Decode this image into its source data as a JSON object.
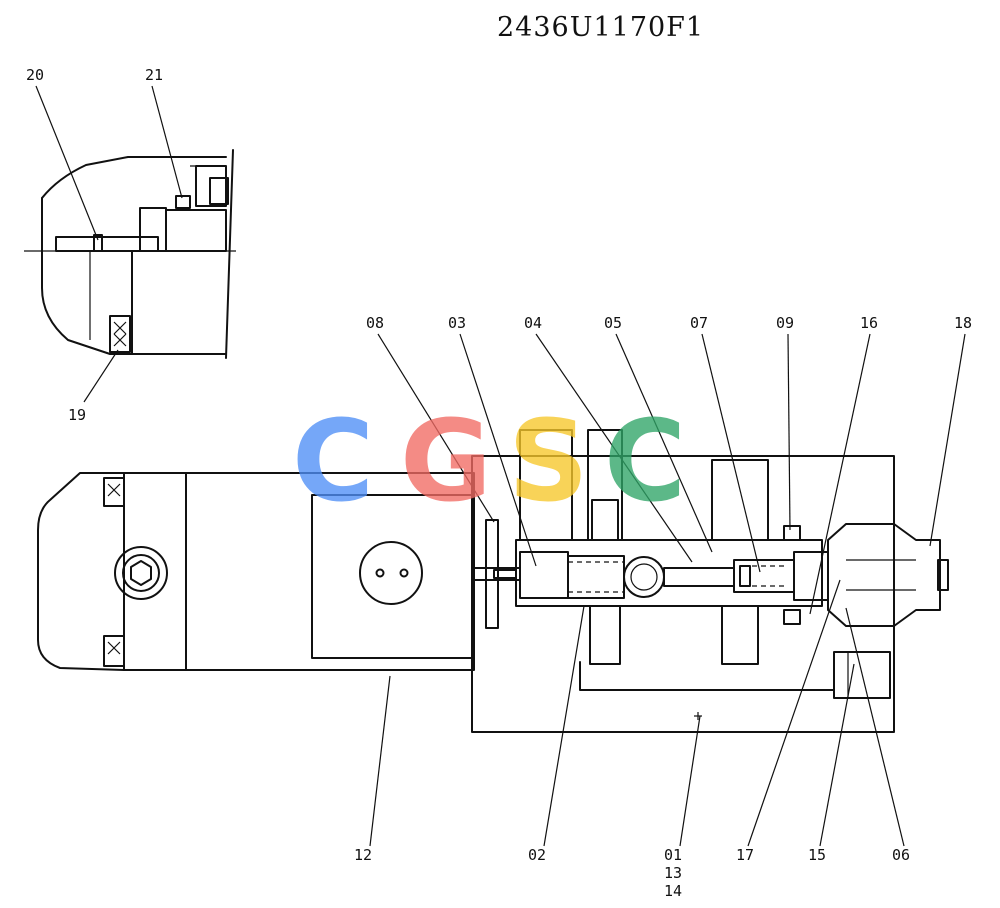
{
  "drawing_number": "2436U1170F1",
  "watermark": {
    "letters": [
      "C",
      "G",
      "S",
      "C"
    ],
    "colors": [
      "#4f8ff7",
      "#f26b64",
      "#f7c72a",
      "#2fa567"
    ]
  },
  "callouts": [
    {
      "id": "c20",
      "text": "20"
    },
    {
      "id": "c21",
      "text": "21"
    },
    {
      "id": "c19",
      "text": "19"
    },
    {
      "id": "c08",
      "text": "08"
    },
    {
      "id": "c03",
      "text": "03"
    },
    {
      "id": "c04",
      "text": "04"
    },
    {
      "id": "c05",
      "text": "05"
    },
    {
      "id": "c07",
      "text": "07"
    },
    {
      "id": "c09",
      "text": "09"
    },
    {
      "id": "c16",
      "text": "16"
    },
    {
      "id": "c18",
      "text": "18"
    },
    {
      "id": "c12",
      "text": "12"
    },
    {
      "id": "c02",
      "text": "02"
    },
    {
      "id": "c01",
      "text": "01"
    },
    {
      "id": "c13",
      "text": "13"
    },
    {
      "id": "c14",
      "text": "14"
    },
    {
      "id": "c17",
      "text": "17"
    },
    {
      "id": "c15",
      "text": "15"
    },
    {
      "id": "c06",
      "text": "06"
    }
  ]
}
